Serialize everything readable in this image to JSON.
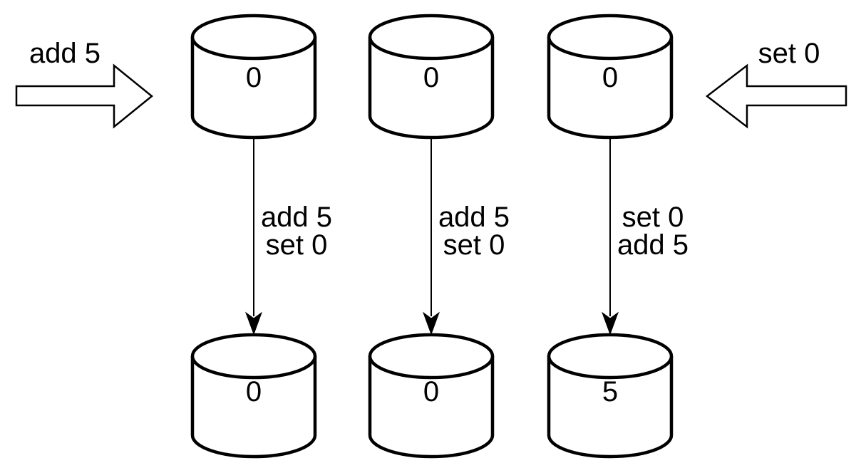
{
  "diagram": {
    "background_color": "#ffffff",
    "line_color": "#000000",
    "fill_color": "#ffffff",
    "incoming_writes": {
      "left": {
        "label": "add 5",
        "direction": "right"
      },
      "right": {
        "label": "set 0",
        "direction": "left"
      }
    },
    "replicas": [
      {
        "initial_value": "0",
        "ops_line1": "add 5",
        "ops_line2": "set 0",
        "final_value": "0"
      },
      {
        "initial_value": "0",
        "ops_line1": "add 5",
        "ops_line2": "set 0",
        "final_value": "0"
      },
      {
        "initial_value": "0",
        "ops_line1": "set 0",
        "ops_line2": "add 5",
        "final_value": "5"
      }
    ]
  }
}
